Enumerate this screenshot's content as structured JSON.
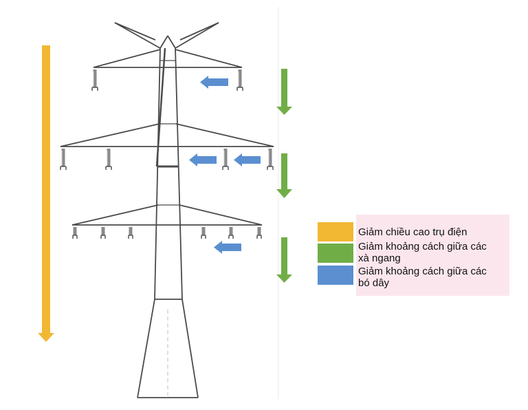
{
  "colors": {
    "height_arrow": "#f2b733",
    "crossarm_arrow": "#70ad47",
    "bundle_arrow": "#5b8fd0",
    "tower_line": "#4a4a4a",
    "legend_background": "#fce6ee"
  },
  "legend": [
    {
      "swatch_color": "#f2b733",
      "lines": [
        "Giảm chiều cao trụ điện"
      ]
    },
    {
      "swatch_color": "#70ad47",
      "lines": [
        "Giảm khoảng cách giữa các",
        "xà ngang"
      ]
    },
    {
      "swatch_color": "#5b8fd0",
      "lines": [
        "Giảm khoảng cách giữa các",
        "bó dây"
      ]
    }
  ]
}
